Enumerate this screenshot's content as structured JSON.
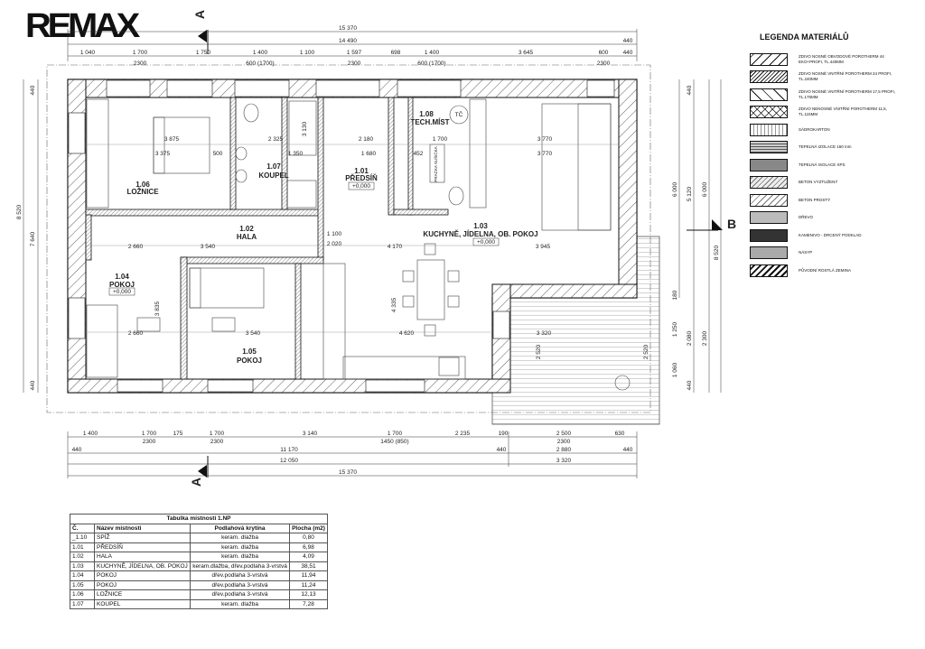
{
  "logo": "REMAX",
  "section_markers": {
    "a": "A",
    "b": "B"
  },
  "dims_top": {
    "overall": "15 370",
    "inner": "14 490",
    "right_440": "440",
    "chain": [
      "1 040",
      "1 700",
      "1 750",
      "1 400",
      "1 100",
      "1 597",
      "698",
      "1 400",
      "3 645",
      "600",
      "440"
    ],
    "sub": [
      "2300",
      "600 (1700)",
      "2300",
      "600 (1700)",
      "2300"
    ]
  },
  "dims_bottom": {
    "chain": [
      "1 400",
      "1 700",
      "175",
      "1 700",
      "3 140",
      "1 700",
      "2 235",
      "190",
      "2 500",
      "630"
    ],
    "sub": [
      "2300",
      "2300",
      "1450 (850)",
      "2300"
    ],
    "row2": [
      "440",
      "11 170",
      "440",
      "2 880",
      "440"
    ],
    "row3": [
      "12 050",
      "3 320"
    ],
    "overall": "15 370"
  },
  "dims_left": [
    "440",
    "7 640",
    "8 520",
    "440"
  ],
  "dims_right": [
    "440",
    "6 000",
    "5 120",
    "6 000",
    "8 520",
    "180",
    "1 250",
    "2 080",
    "2 300",
    "1 060",
    "440"
  ],
  "dims_inner": [
    "3 875",
    "3 375",
    "2 325",
    "2 180",
    "1 700",
    "3 770",
    "3 770",
    "3 130",
    "2 660",
    "3 540",
    "4 170",
    "3 945",
    "2 660",
    "3 540",
    "4 620",
    "3 320",
    "4 335",
    "3 835",
    "1 100",
    "2 020",
    "500",
    "452",
    "1 680",
    "1 350",
    "2 520",
    "2 520",
    "TČ",
    "PRAČKA SUŠIČKA"
  ],
  "rooms": [
    {
      "num": "1.06",
      "name": "LOŽNICE"
    },
    {
      "num": "1.07",
      "name": "KOUPEL"
    },
    {
      "num": "1.01",
      "name": "PŘEDSÍŇ",
      "level": "+0,000"
    },
    {
      "num": "1.08",
      "name": "TECH.MÍST"
    },
    {
      "num": "1.02",
      "name": "HALA"
    },
    {
      "num": "1.03",
      "name": "KUCHYNĚ, JÍDELNA, OB. POKOJ",
      "level": "+0,000"
    },
    {
      "num": "1.04",
      "name": "POKOJ",
      "level": "+0,000"
    },
    {
      "num": "1.05",
      "name": "POKOJ"
    }
  ],
  "legend": {
    "title": "LEGENDA MATERIÁLŮ",
    "items": [
      "ZDIVO NOSNÉ OBVODOVÉ POROTHERM 44 EKO+PROFI, TL.440MM",
      "ZDIVO NOSNÉ VNITŘNÍ POROTHERM 24 PROFI, TL.240MM",
      "ZDIVO NOSNÉ VNITŘNÍ POROTHERM 17,5 PROFI, TL.175MM",
      "ZDIVO NENOSNÉ VNITŘNÍ POROTHERM 11,5, TL.115MM",
      "SÁDROKARTON",
      "TEPELNÁ IZOLACE 160 mm",
      "TEPELNÁ ISOLACE XPS",
      "BETON VYZTUŽENÝ",
      "BETON PROSTÝ",
      "DŘEVO",
      "KAMENIVO - DRCENÝ PODKLAD",
      "NÁSYP",
      "PŮVODNÍ ROSTLÁ ZEMINA"
    ]
  },
  "room_table": {
    "title": "Tabulka místností 1.NP",
    "headers": [
      "Č.",
      "Název místnosti",
      "Podlahová krytina",
      "Plocha (m2)"
    ],
    "rows": [
      [
        "_1.10",
        "SPÍŽ",
        "keram. dlažba",
        "0,80"
      ],
      [
        "1.01",
        "PŘEDSÍŇ",
        "keram. dlažba",
        "6,98"
      ],
      [
        "1.02",
        "HALA",
        "keram. dlažba",
        "4,09"
      ],
      [
        "1.03",
        "KUCHYNĚ, JÍDELNA, OB. POKOJ",
        "keram.dlažba, dřev.podlaha 3-vrstvá",
        "38,51"
      ],
      [
        "1.04",
        "POKOJ",
        "dřev.podlaha 3-vrstvá",
        "11,94"
      ],
      [
        "1.05",
        "POKOJ",
        "dřev.podlaha 3-vrstvá",
        "11,24"
      ],
      [
        "1.06",
        "LOŽNICE",
        "dřev.podlaha 3-vrstvá",
        "12,13"
      ],
      [
        "1.07",
        "KOUPEL",
        "keram. dlažba",
        "7,28"
      ]
    ]
  }
}
